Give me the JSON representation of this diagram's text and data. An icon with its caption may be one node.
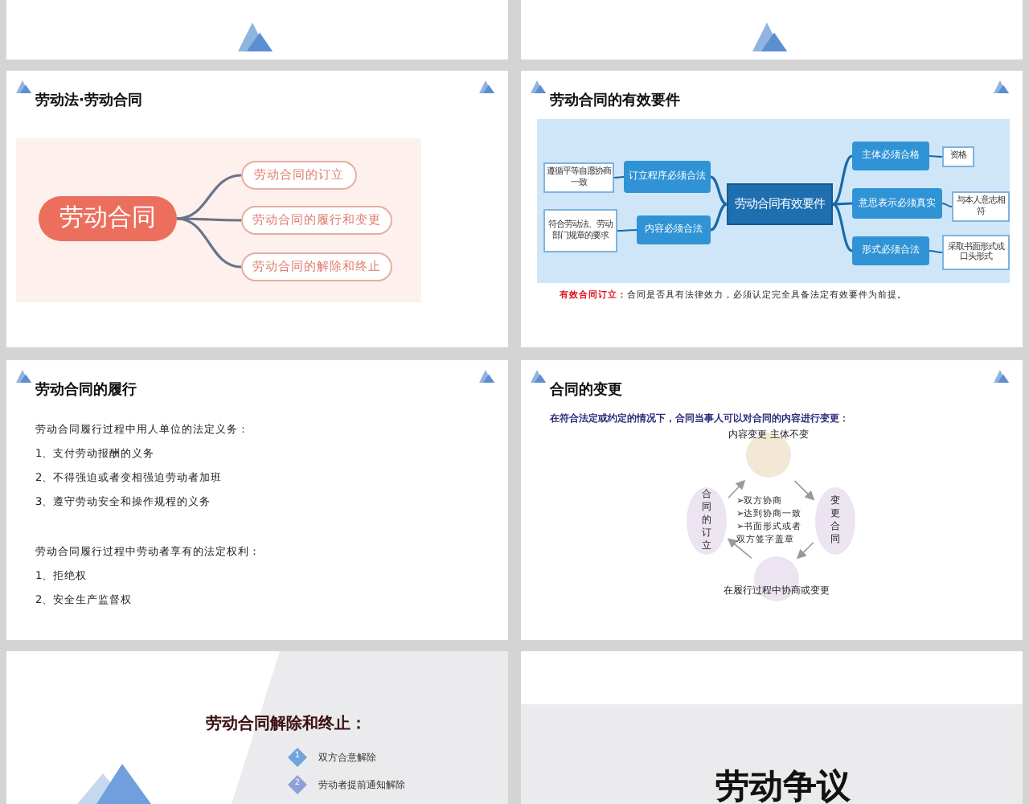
{
  "diagram": {
    "nodes": [
      {
        "text": [
          "劳动法·劳动合同"
        ]
      },
      {
        "text": [
          "劳动合同"
        ],
        "in": 0
      },
      {
        "text": [
          "劳动合同的订立"
        ],
        "in": 0
      },
      {
        "text": [
          "劳动合同的履行和变更"
        ],
        "in": 0
      },
      {
        "text": [
          "劳动合同的解除和终止"
        ],
        "in": 0
      },
      {
        "text": [
          "劳动合同的有效要件"
        ]
      },
      {
        "text": [
          "劳动合同有效要件"
        ],
        "in": 5
      },
      {
        "text": [
          "订立程序必须合法"
        ],
        "in": 5
      },
      {
        "text": [
          "内容必须合法"
        ],
        "in": 5
      },
      {
        "text": [
          "主体必须合格"
        ],
        "in": 5
      },
      {
        "text": [
          "意思表示必须真实"
        ],
        "in": 5
      },
      {
        "text": [
          "形式必须合法"
        ],
        "in": 5
      },
      {
        "text": [
          "遵循平等自愿协商一致"
        ],
        "in": 5
      },
      {
        "text": [
          "符合劳动法、劳动部门规章的要求"
        ],
        "in": 5
      },
      {
        "text": [
          "资格"
        ],
        "in": 5
      },
      {
        "text": [
          "与本人意志相符"
        ],
        "in": 5
      },
      {
        "text": [
          "采取书面形式或口头形式"
        ],
        "in": 5
      },
      {
        "text": [
          "劳动合同的履行"
        ]
      },
      {
        "text": [
          "合同的变更"
        ]
      },
      {
        "text": [
          "内容变更 主体不变"
        ],
        "in": 18
      },
      {
        "text": [
          "变更合同"
        ],
        "in": 18
      },
      {
        "text": [
          "在履行过程中协商或变更"
        ],
        "in": 18
      },
      {
        "text": [
          "合同的订立"
        ],
        "in": 18
      },
      {
        "text": [
          "劳动合同解除和终止："
        ]
      },
      {
        "text": [
          "1"
        ],
        "beside": [
          "双方合意解除"
        ],
        "in": 23
      },
      {
        "text": [
          "2"
        ],
        "beside": [
          "劳动者提前通知解除"
        ],
        "in": 23
      },
      {
        "text": [
          "劳动争议"
        ]
      }
    ],
    "edges": [
      {
        "from": 1,
        "to": 2,
        "arrow": "none"
      },
      {
        "from": 1,
        "to": 3,
        "arrow": "none"
      },
      {
        "from": 1,
        "to": 4,
        "arrow": "none"
      },
      {
        "from": 6,
        "to": 7,
        "arrow": "none"
      },
      {
        "from": 6,
        "to": 8,
        "arrow": "none"
      },
      {
        "from": 6,
        "to": 9,
        "arrow": "none"
      },
      {
        "from": 6,
        "to": 10,
        "arrow": "none"
      },
      {
        "from": 6,
        "to": 11,
        "arrow": "none"
      },
      {
        "from": 7,
        "to": 12,
        "arrow": "none"
      },
      {
        "from": 8,
        "to": 13,
        "arrow": "none"
      },
      {
        "from": 9,
        "to": 14,
        "arrow": "none"
      },
      {
        "from": 10,
        "to": 15,
        "arrow": "none"
      },
      {
        "from": 11,
        "to": 16,
        "arrow": "none"
      },
      {
        "from": 19,
        "to": 20,
        "arrow": "to",
        "color": "#999999"
      },
      {
        "from": 20,
        "to": 21,
        "arrow": "to",
        "color": "#999999"
      },
      {
        "from": 21,
        "to": 22,
        "arrow": "to",
        "color": "#999999"
      },
      {
        "from": 22,
        "to": 19,
        "arrow": "to",
        "color": "#999999"
      }
    ],
    "labels": [
      "**有效合同订立：**合同是否具有法律效力，必须认定完全具备法定有效要件为前提。",
      "劳动合同履行过程中用人单位的法定义务：",
      "1、支付劳动报酬的义务",
      "2、不得强迫或者变相强迫劳动者加班",
      "3、遵守劳动安全和操作规程的义务",
      "劳动合同履行过程中劳动者享有的法定权利：",
      "1、拒绝权",
      "2、安全生产监督权",
      "在符合法定或约定的情况下，合同当事人可以对合同的内容进行变更：",
      "➢双方协商",
      "➢达到协商一致",
      "➢书面形式或者双方签字盖章"
    ]
  }
}
